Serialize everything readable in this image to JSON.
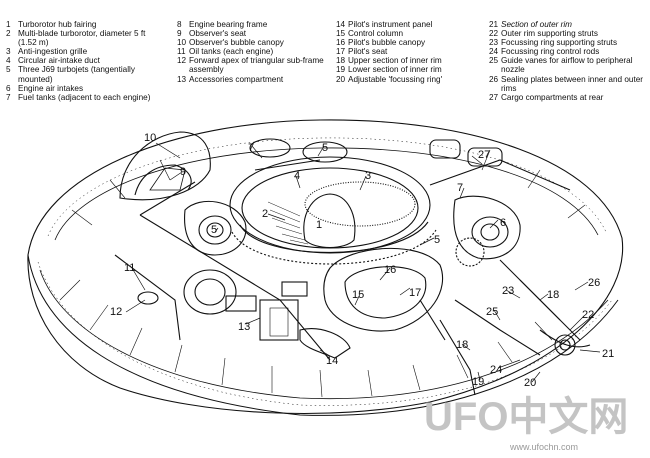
{
  "legend": {
    "items": [
      {
        "num": "1",
        "text": "Turborotor hub fairing"
      },
      {
        "num": "2",
        "text": "Multi-blade turborotor, diameter 5 ft (1.52 m)"
      },
      {
        "num": "3",
        "text": "Anti-ingestion grille"
      },
      {
        "num": "4",
        "text": "Circular air-intake duct"
      },
      {
        "num": "5",
        "text": "Three J69 turbojets (tangentially mounted)"
      },
      {
        "num": "6",
        "text": "Engine air intakes"
      },
      {
        "num": "7",
        "text": "Fuel tanks (adjacent to each engine)"
      },
      {
        "num": "8",
        "text": "Engine bearing frame"
      },
      {
        "num": "9",
        "text": "Observer's seat"
      },
      {
        "num": "10",
        "text": "Observer's bubble canopy"
      },
      {
        "num": "11",
        "text": "Oil tanks (each engine)"
      },
      {
        "num": "12",
        "text": "Forward apex of triangular sub-frame assembly"
      },
      {
        "num": "13",
        "text": "Accessories compartment"
      },
      {
        "num": "14",
        "text": "Pilot's instrument panel"
      },
      {
        "num": "15",
        "text": "Control column"
      },
      {
        "num": "16",
        "text": "Pilot's bubble canopy"
      },
      {
        "num": "17",
        "text": "Pilot's seat"
      },
      {
        "num": "18",
        "text": "Upper section of inner rim"
      },
      {
        "num": "19",
        "text": "Lower section of inner rim"
      },
      {
        "num": "20",
        "text": "Adjustable 'focussing ring'"
      },
      {
        "num": "21",
        "text": "Section of outer rim"
      },
      {
        "num": "22",
        "text": "Outer rim supporting struts"
      },
      {
        "num": "23",
        "text": "Focussing ring supporting struts"
      },
      {
        "num": "24",
        "text": "Focussing ring control rods"
      },
      {
        "num": "25",
        "text": "Guide vanes for airflow to peripheral nozzle"
      },
      {
        "num": "26",
        "text": "Sealing plates between inner and outer rims"
      },
      {
        "num": "27",
        "text": "Cargo compartments at rear"
      }
    ]
  },
  "callouts": [
    "10",
    "7",
    "5",
    "27",
    "9",
    "4",
    "3",
    "7",
    "2",
    "1",
    "6",
    "5",
    "5",
    "16",
    "17",
    "11",
    "23",
    "18",
    "26",
    "15",
    "12",
    "13",
    "25",
    "22",
    "18",
    "14",
    "21",
    "24",
    "19",
    "20"
  ],
  "watermark": {
    "brand": "UFO中文网",
    "url": "www.ufochn.com"
  }
}
